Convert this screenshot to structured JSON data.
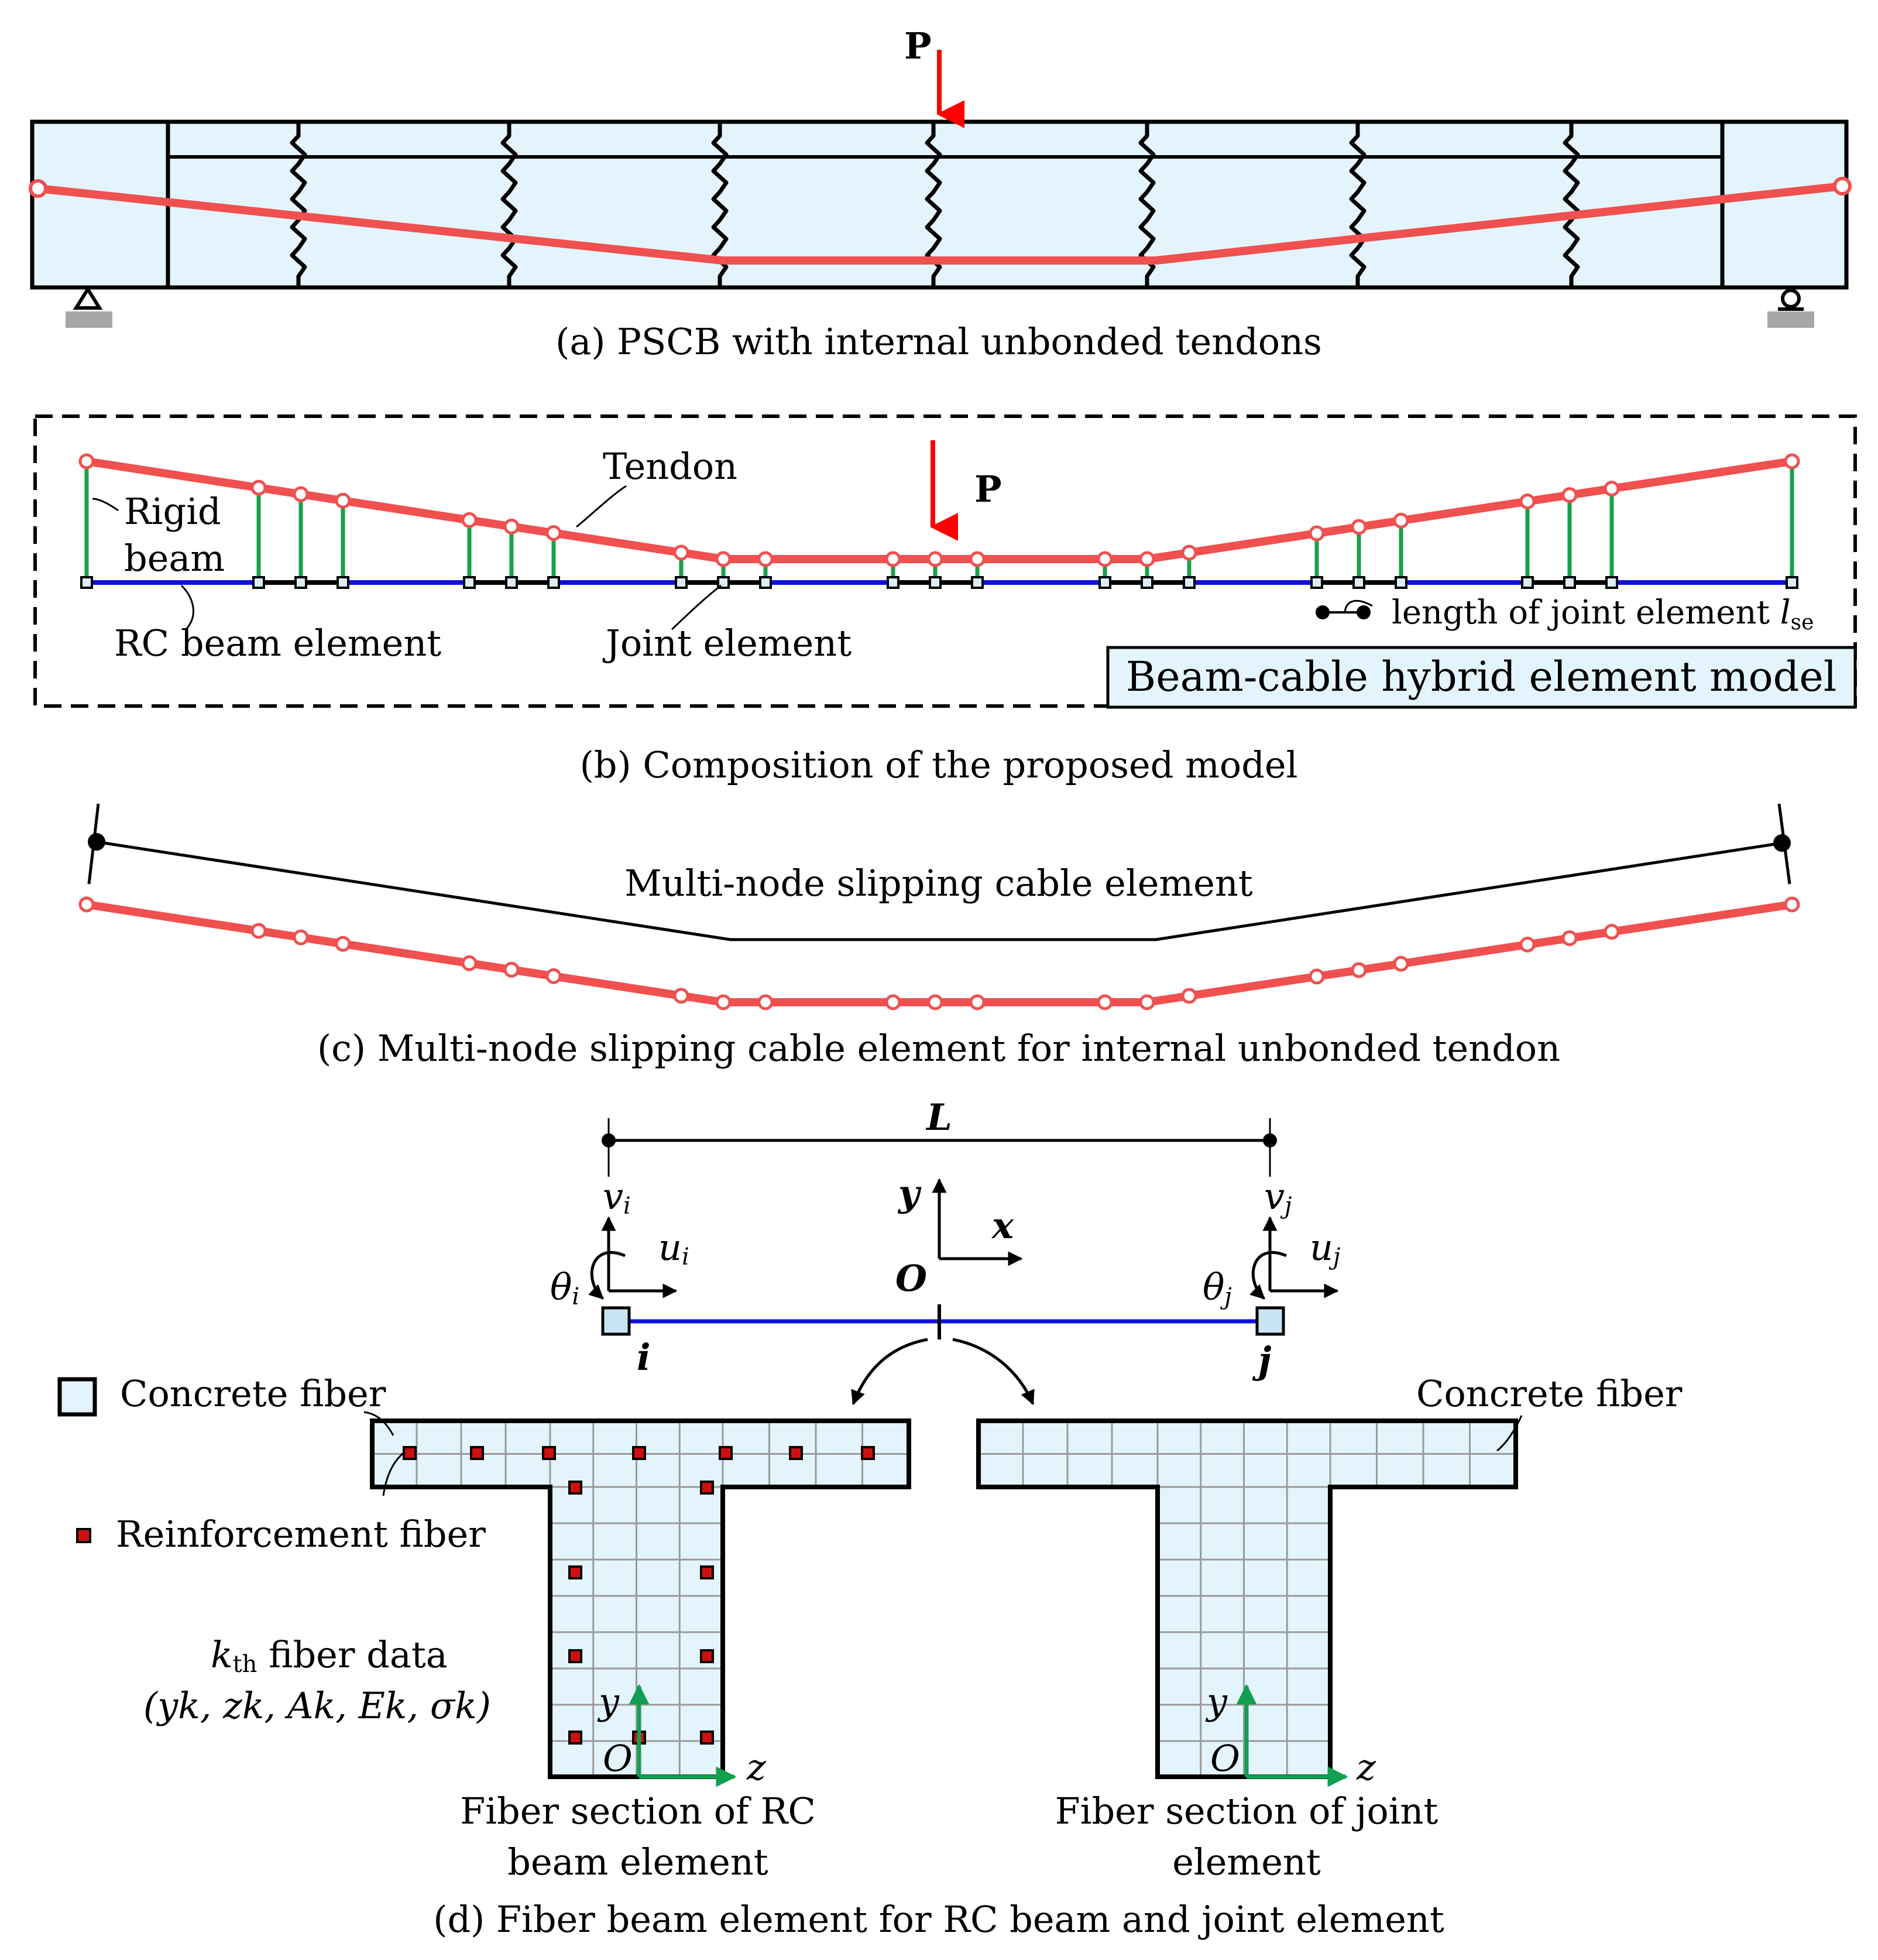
{
  "panel_a": {
    "caption": "(a) PSCB with internal unbonded tendons",
    "load_label": "P"
  },
  "panel_b": {
    "caption": "(b) Composition of the proposed model",
    "load_label": "P",
    "tendon_label": "Tendon",
    "rigid_beam_label_line1": "Rigid",
    "rigid_beam_label_line2": "beam",
    "rc_beam_label": "RC beam element",
    "joint_label": "Joint element",
    "joint_length_label": "length of joint element ",
    "joint_length_symbol": "l",
    "joint_length_subscript": "se",
    "model_box_label": "Beam-cable hybrid element model"
  },
  "panel_c": {
    "caption": "(c) Multi-node slipping cable element for internal unbonded tendon",
    "cable_label": "Multi-node slipping cable element"
  },
  "panel_d": {
    "caption": "(d) Fiber beam element for RC beam and joint element",
    "length_label": "L",
    "node_i": "i",
    "node_j": "j",
    "v_i": "v",
    "v_i_sub": "i",
    "u_i": "u",
    "u_i_sub": "i",
    "theta_i": "θ",
    "theta_i_sub": "i",
    "v_j": "v",
    "v_j_sub": "j",
    "u_j": "u",
    "u_j_sub": "j",
    "theta_j": "θ",
    "theta_j_sub": "j",
    "axis_y": "y",
    "axis_x": "x",
    "origin": "O",
    "legend_concrete": "Concrete fiber",
    "legend_reinf": "Reinforcement fiber",
    "right_concrete_label": "Concrete fiber",
    "kth_k": "k",
    "kth_th": "th",
    "kth_rest": " fiber data",
    "fiber_tuple": "(yk, zk, Ak, Ek, σk)",
    "section_axis_y": "y",
    "section_axis_z": "z",
    "section_origin": "O",
    "left_section_line1": "Fiber section of RC",
    "left_section_line2": "beam element",
    "right_section_line1": "Fiber section of joint",
    "right_section_line2": "element"
  },
  "colors": {
    "tendon": "#f05050",
    "rigid_beam": "#1aa04a",
    "rc_beam": "#1010e0",
    "concrete_fill": "#e4f4fc",
    "support": "#a6a6a6",
    "load_arrow": "#ff0000",
    "section_axis": "#10a050"
  }
}
